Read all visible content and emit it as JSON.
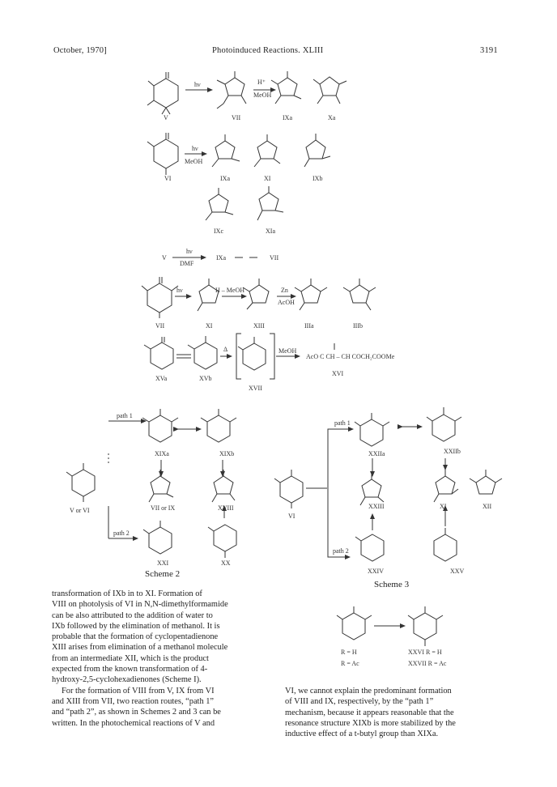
{
  "header": {
    "date": "October, 1970]",
    "title": "Photoinduced Reactions. XLIII",
    "page": "3191"
  },
  "row1": {
    "labels": [
      "V",
      "VII",
      "IXa",
      "Xa"
    ],
    "arrow1": "hν",
    "arrow2_top": "H⁺",
    "arrow2_bottom": "MeOH"
  },
  "row2": {
    "labels": [
      "VI",
      "IXa",
      "XI",
      "IXb"
    ],
    "arrow_top": "hν",
    "arrow_bottom": "MeOH"
  },
  "row3": {
    "labels": [
      "IXc",
      "XIa"
    ]
  },
  "row4": {
    "start": "V",
    "arrow_top": "hν",
    "arrow_bottom": "DMF",
    "mid": "IXa",
    "end": "VII"
  },
  "row5": {
    "labels": [
      "VII",
      "XI",
      "XIII",
      "IIIa",
      "IIIb"
    ],
    "reagent1": "hν",
    "reagent2": "H – MeOH",
    "reagent3_top": "Zn",
    "reagent3_bottom": "AcOH"
  },
  "row6": {
    "labels": [
      "XVa",
      "XVb",
      "XVI",
      "XVII"
    ],
    "reagent1": "Δ",
    "reagent2": "MeOH",
    "product": "AcO   C   CH – CH   COCH₂COOMe"
  },
  "scheme2": {
    "caption": "Scheme 2",
    "path1": "path 1",
    "path2": "path 2",
    "labels": [
      "XIXa",
      "XIXb",
      "V or VI",
      "VII or IX",
      "XVIII",
      "XXI",
      "XX"
    ]
  },
  "scheme3": {
    "caption": "Scheme 3",
    "path1": "path 1",
    "path2": "path 2",
    "labels": [
      "XXIIa",
      "XXIIb",
      "VI",
      "XXIII",
      "XI",
      "XII",
      "XXIV",
      "XXV"
    ]
  },
  "small_scheme": {
    "left_labels": [
      "R = H",
      "R = Ac"
    ],
    "right_labels": [
      "XXVI  R = H",
      "XXVII  R = Ac"
    ]
  },
  "text_left": [
    "transformation of IXb in to XI. Formation of",
    "VIII on photolysis of VI in N,N-dimethylformamide",
    "can be also attributed to the addition of water to",
    "IXb followed by the elimination of methanol. It is",
    "probable that the formation of cyclopentadienone",
    "XIII arises from elimination of a methanol molecule",
    "from an intermediate XII, which is the product",
    "expected from the known transformation of 4-",
    "hydroxy-2,5-cyclohexadienones (Scheme I).",
    "For the formation of VIII from V, IX from VI",
    "and XIII from VII, two reaction routes, “path 1”",
    "and “path 2”, as shown in Schemes 2 and 3 can be",
    "written. In the photochemical reactions of V and"
  ],
  "text_right": [
    "VI, we cannot explain the predominant formation",
    "of VIII and IX, respectively, by the “path 1”",
    "mechanism, because it appears reasonable that the",
    "resonance structure XIXb is more stabilized by the",
    "inductive effect of a t-butyl group than XIXa."
  ]
}
